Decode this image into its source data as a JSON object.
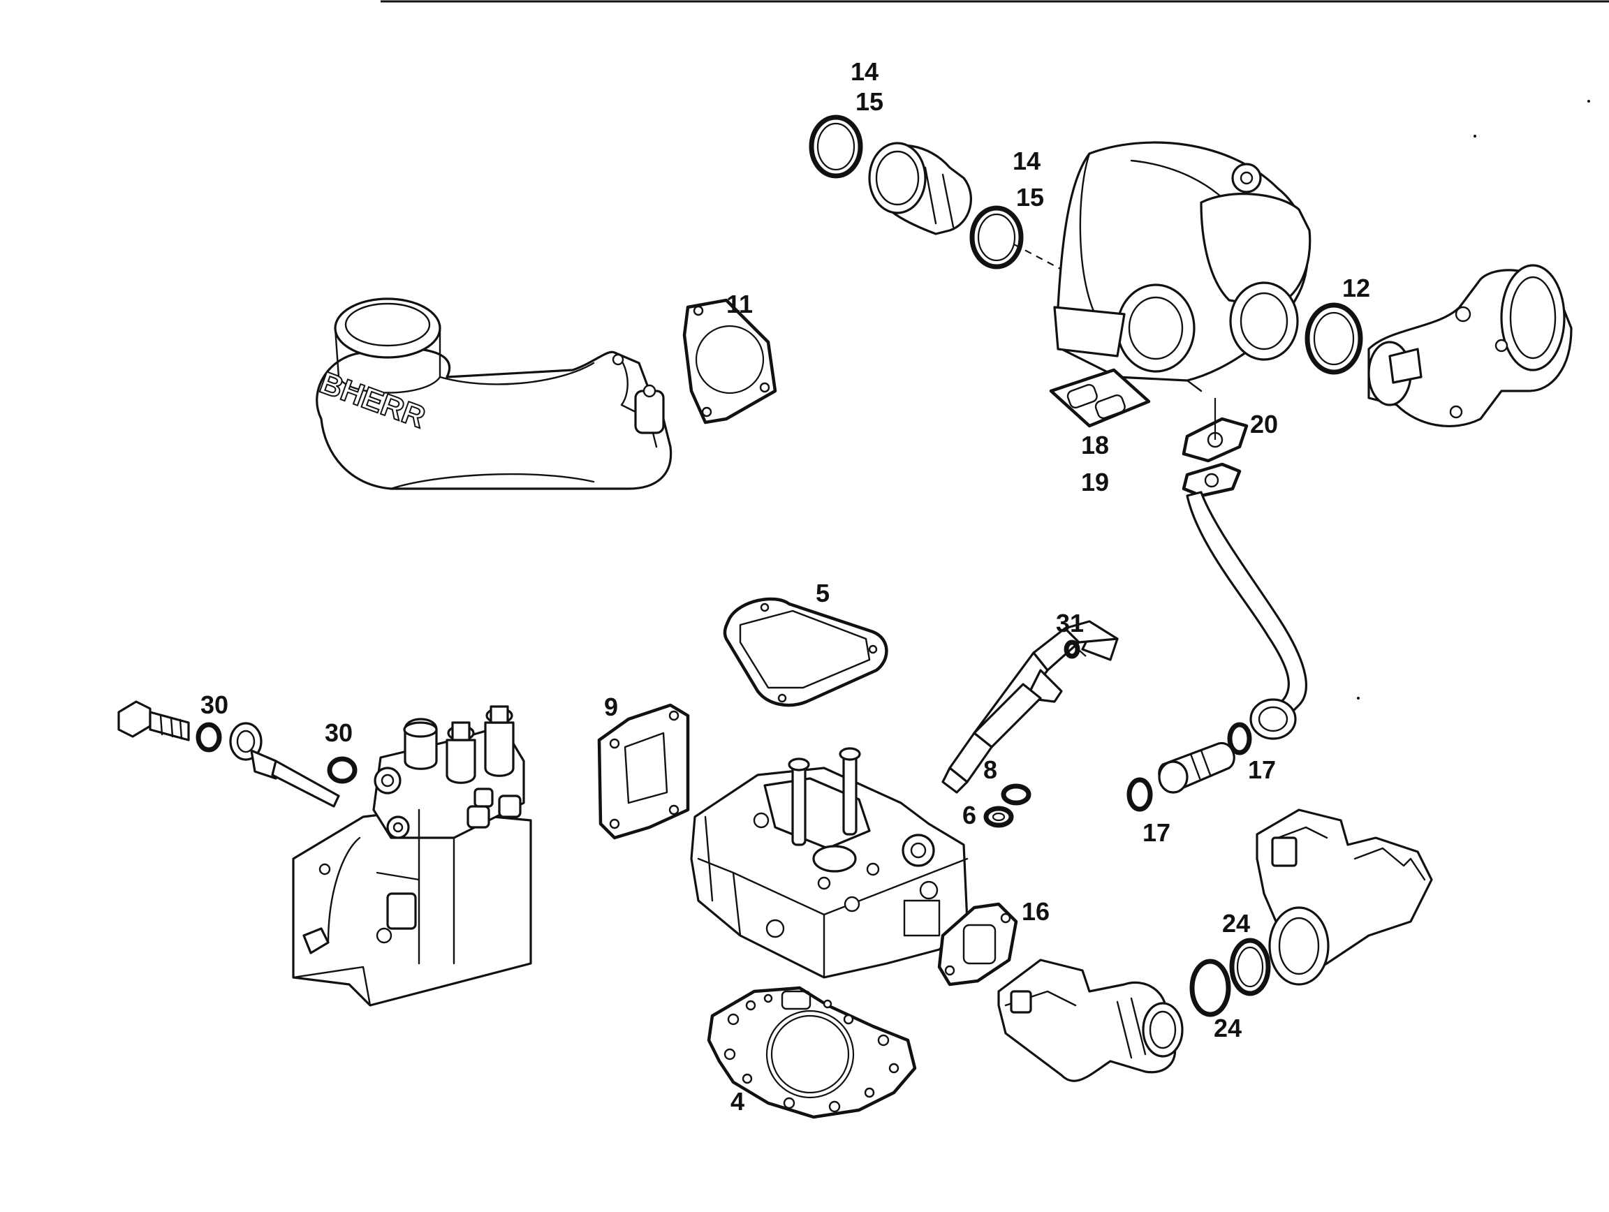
{
  "diagram": {
    "callouts": {
      "c14a": "14",
      "c15a": "15",
      "c14b": "14",
      "c15b": "15",
      "c11": "11",
      "c12": "12",
      "c18": "18",
      "c19": "19",
      "c20": "20",
      "c5": "5",
      "c31": "31",
      "c30a": "30",
      "c30b": "30",
      "c9": "9",
      "c8": "8",
      "c6": "6",
      "c17a": "17",
      "c17b": "17",
      "c16": "16",
      "c24a": "24",
      "c24b": "24",
      "c4": "4"
    },
    "logo_fragment": "BHERR"
  }
}
